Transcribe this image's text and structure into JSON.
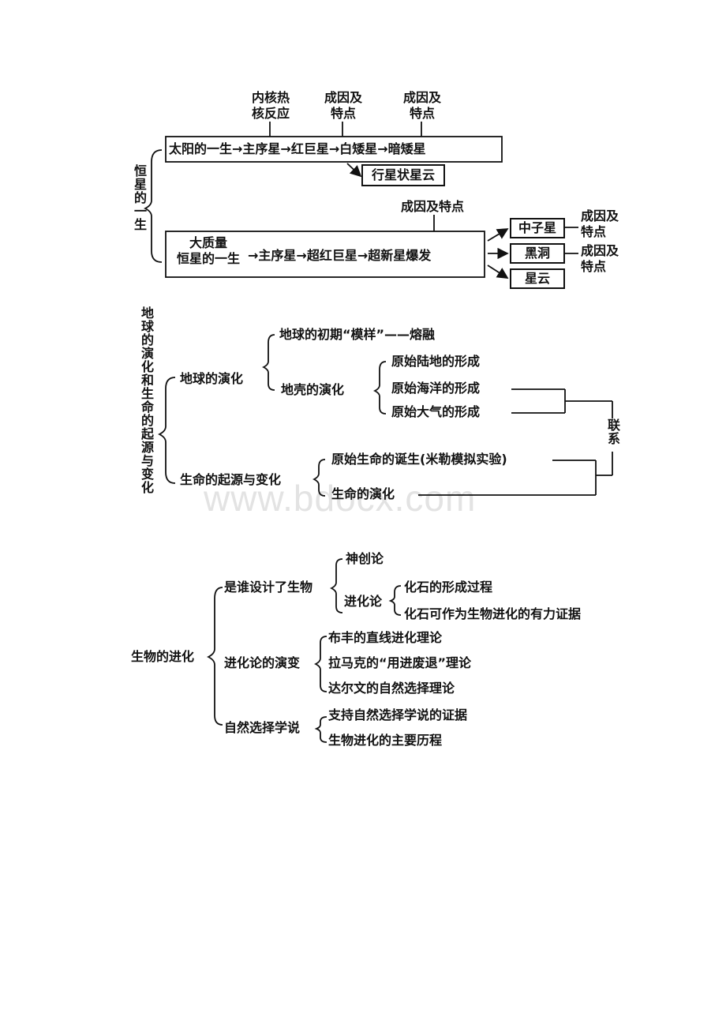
{
  "watermark": "www.bdocx.com",
  "star": {
    "root": "恒星的一生",
    "sun_chain": "太阳的一生→主序星→红巨星→白矮星→暗矮星",
    "note_main_seq": [
      "内核热",
      "核反应"
    ],
    "note_red_giant": [
      "成因及",
      "特点"
    ],
    "note_white_dwarf": [
      "成因及",
      "特点"
    ],
    "planetary_nebula": "行星状星云",
    "massive_label": [
      "大质量",
      "恒星的一生"
    ],
    "massive_chain": "→主序星→超红巨星→超新星爆发",
    "note_supernova": "成因及特点",
    "outcomes": [
      "中子星",
      "黑洞",
      "星云"
    ],
    "note_neutron": [
      "成因及",
      "特点"
    ],
    "note_blackhole": [
      "成因及",
      "特点"
    ]
  },
  "earth": {
    "root": "地球的演化和生命的起源与变化",
    "earth_evo": "地球的演化",
    "early_form": "地球的初期“模样”——熔融",
    "crust_evo": "地壳的演化",
    "crust_items": [
      "原始陆地的形成",
      "原始海洋的形成",
      "原始大气的形成"
    ],
    "life_origin": "生命的起源与变化",
    "life_items": [
      "原始生命的诞生(米勒模拟实验)",
      "生命的演化"
    ],
    "relation": "联系"
  },
  "bio": {
    "root": "生物的进化",
    "who": "是谁设计了生物",
    "creation": "神创论",
    "evolution": "进化论",
    "evo_items": [
      "化石的形成过程",
      "化石可作为生物进化的有力证据"
    ],
    "theory_evo": "进化论的演变",
    "theory_items": [
      "布丰的直线进化理论",
      "拉马克的“用进废退”理论",
      "达尔文的自然选择理论"
    ],
    "natural": "自然选择学说",
    "natural_items": [
      "支持自然选择学说的证据",
      "生物进化的主要历程"
    ]
  }
}
